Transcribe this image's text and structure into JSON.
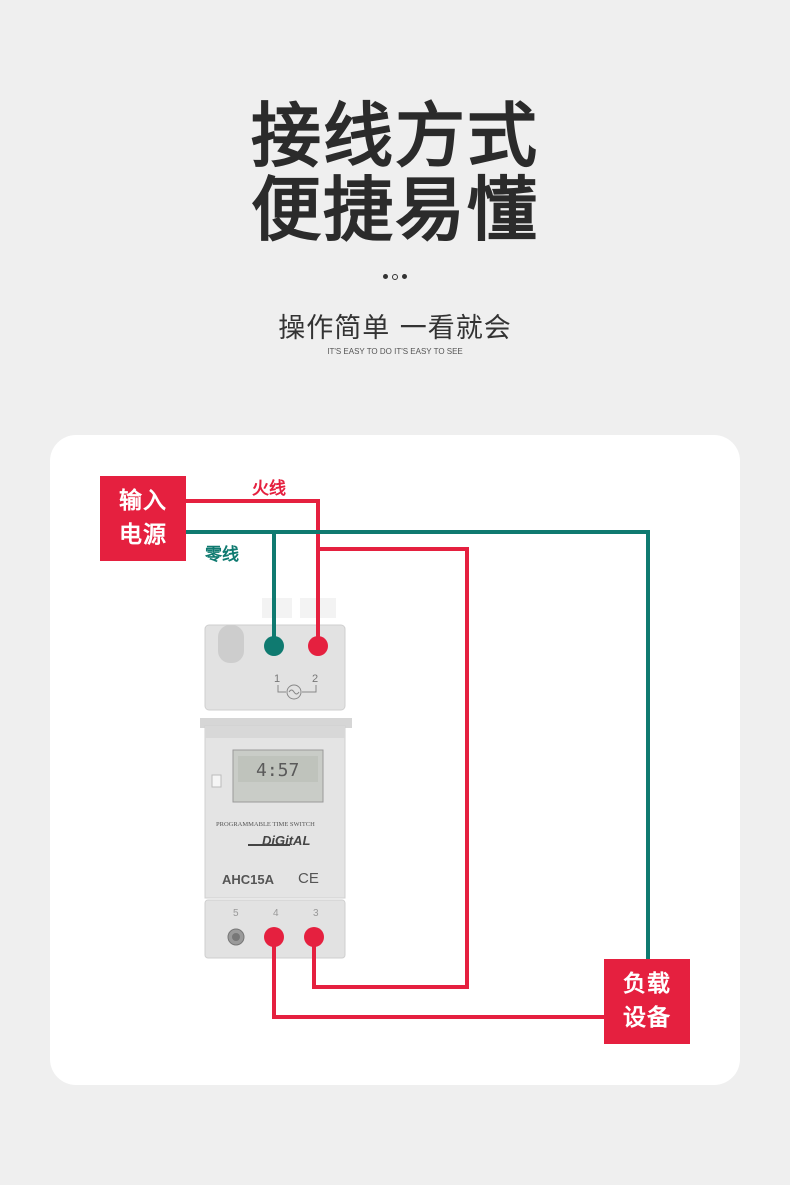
{
  "header": {
    "title_line1": "接线方式",
    "title_line2": "便捷易懂",
    "subtitle": "操作简单 一看就会",
    "subtitle_en": "IT'S EASY TO DO IT'S EASY TO SEE"
  },
  "diagram": {
    "input_box": {
      "line1": "输入",
      "line2": "电源"
    },
    "load_box": {
      "line1": "负载",
      "line2": "设备"
    },
    "live_wire_label": "火线",
    "neutral_wire_label": "零线",
    "device": {
      "brand_text": "PROGRAMMABLE TIME SWITCH",
      "logo_text": "DiGitAL",
      "model": "AHC15A",
      "ce_mark": "CE",
      "lcd_display": "4:57",
      "top_terminals": [
        "1",
        "2"
      ],
      "bottom_terminals": [
        "5",
        "4",
        "3"
      ]
    },
    "colors": {
      "live": "#e5203f",
      "neutral": "#0f7a70",
      "device_body": "#dcdcdc"
    }
  }
}
